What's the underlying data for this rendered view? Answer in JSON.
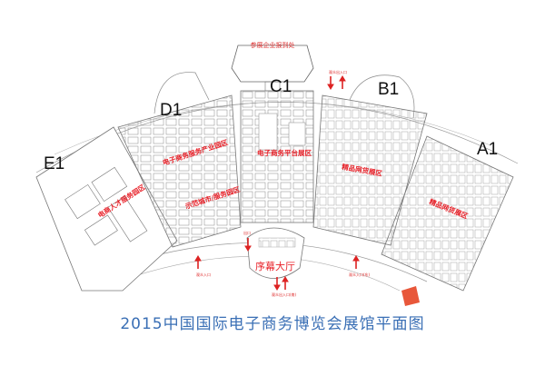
{
  "title": "2015中国国际电子商务博览会展馆平面图",
  "halls": [
    {
      "id": "E1",
      "label": "E1",
      "zone": "电商人才服务园区"
    },
    {
      "id": "D1",
      "label": "D1",
      "zone": "电子商务服务产业园区",
      "zone2": "示范城市/服务园区"
    },
    {
      "id": "C1",
      "label": "C1",
      "zone": "电子商务平台展区"
    },
    {
      "id": "B1",
      "label": "B1",
      "zone": "精品网货展区"
    },
    {
      "id": "A1",
      "label": "A1",
      "zone": "精品网货展区"
    }
  ],
  "registration": "参展企业报到处",
  "lobby": "序幕大厅",
  "entrances": {
    "north": "观众出入口",
    "west": "观众入口",
    "east": "观众入口(东)",
    "lobby_gate": "观众出入口(南)",
    "lobby_top": "出口"
  },
  "colors": {
    "accent": "#e8222a",
    "title": "#3a6fb5",
    "highlight": "#e8573a"
  }
}
